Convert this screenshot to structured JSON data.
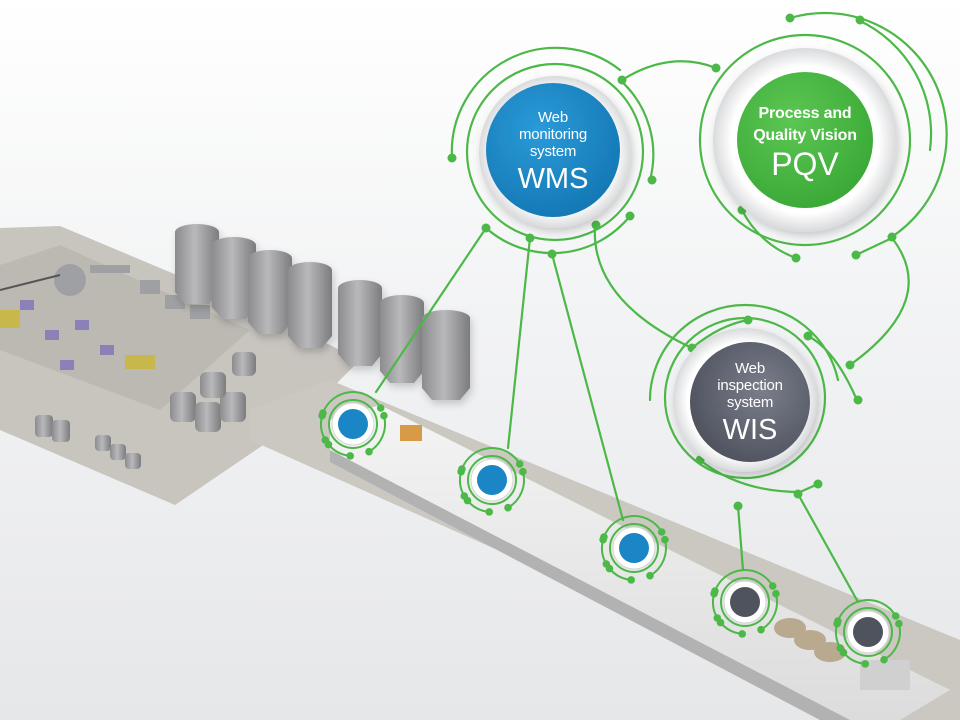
{
  "colors": {
    "line_green": "#4cb848",
    "wms_blue": "#1a86c6",
    "pqv_green": "#4db848",
    "wis_gray": "#5f6370",
    "ground": "#c9c6c0",
    "silo": "#9a9a9c"
  },
  "hubs": [
    {
      "id": "wms",
      "lines": [
        "Web",
        "monitoring",
        "system"
      ],
      "abbr": "WMS",
      "color": "blue"
    },
    {
      "id": "pqv",
      "lines": [
        "Process and",
        "Quality Vision"
      ],
      "abbr": "PQV",
      "color": "green"
    },
    {
      "id": "wis",
      "lines": [
        "Web",
        "inspection",
        "system"
      ],
      "abbr": "WIS",
      "color": "gray"
    }
  ],
  "sensors": [
    {
      "system": "WMS",
      "color": "blue"
    },
    {
      "system": "WMS",
      "color": "blue"
    },
    {
      "system": "WMS",
      "color": "blue"
    },
    {
      "system": "WIS",
      "color": "gray"
    },
    {
      "system": "WIS",
      "color": "gray"
    }
  ]
}
